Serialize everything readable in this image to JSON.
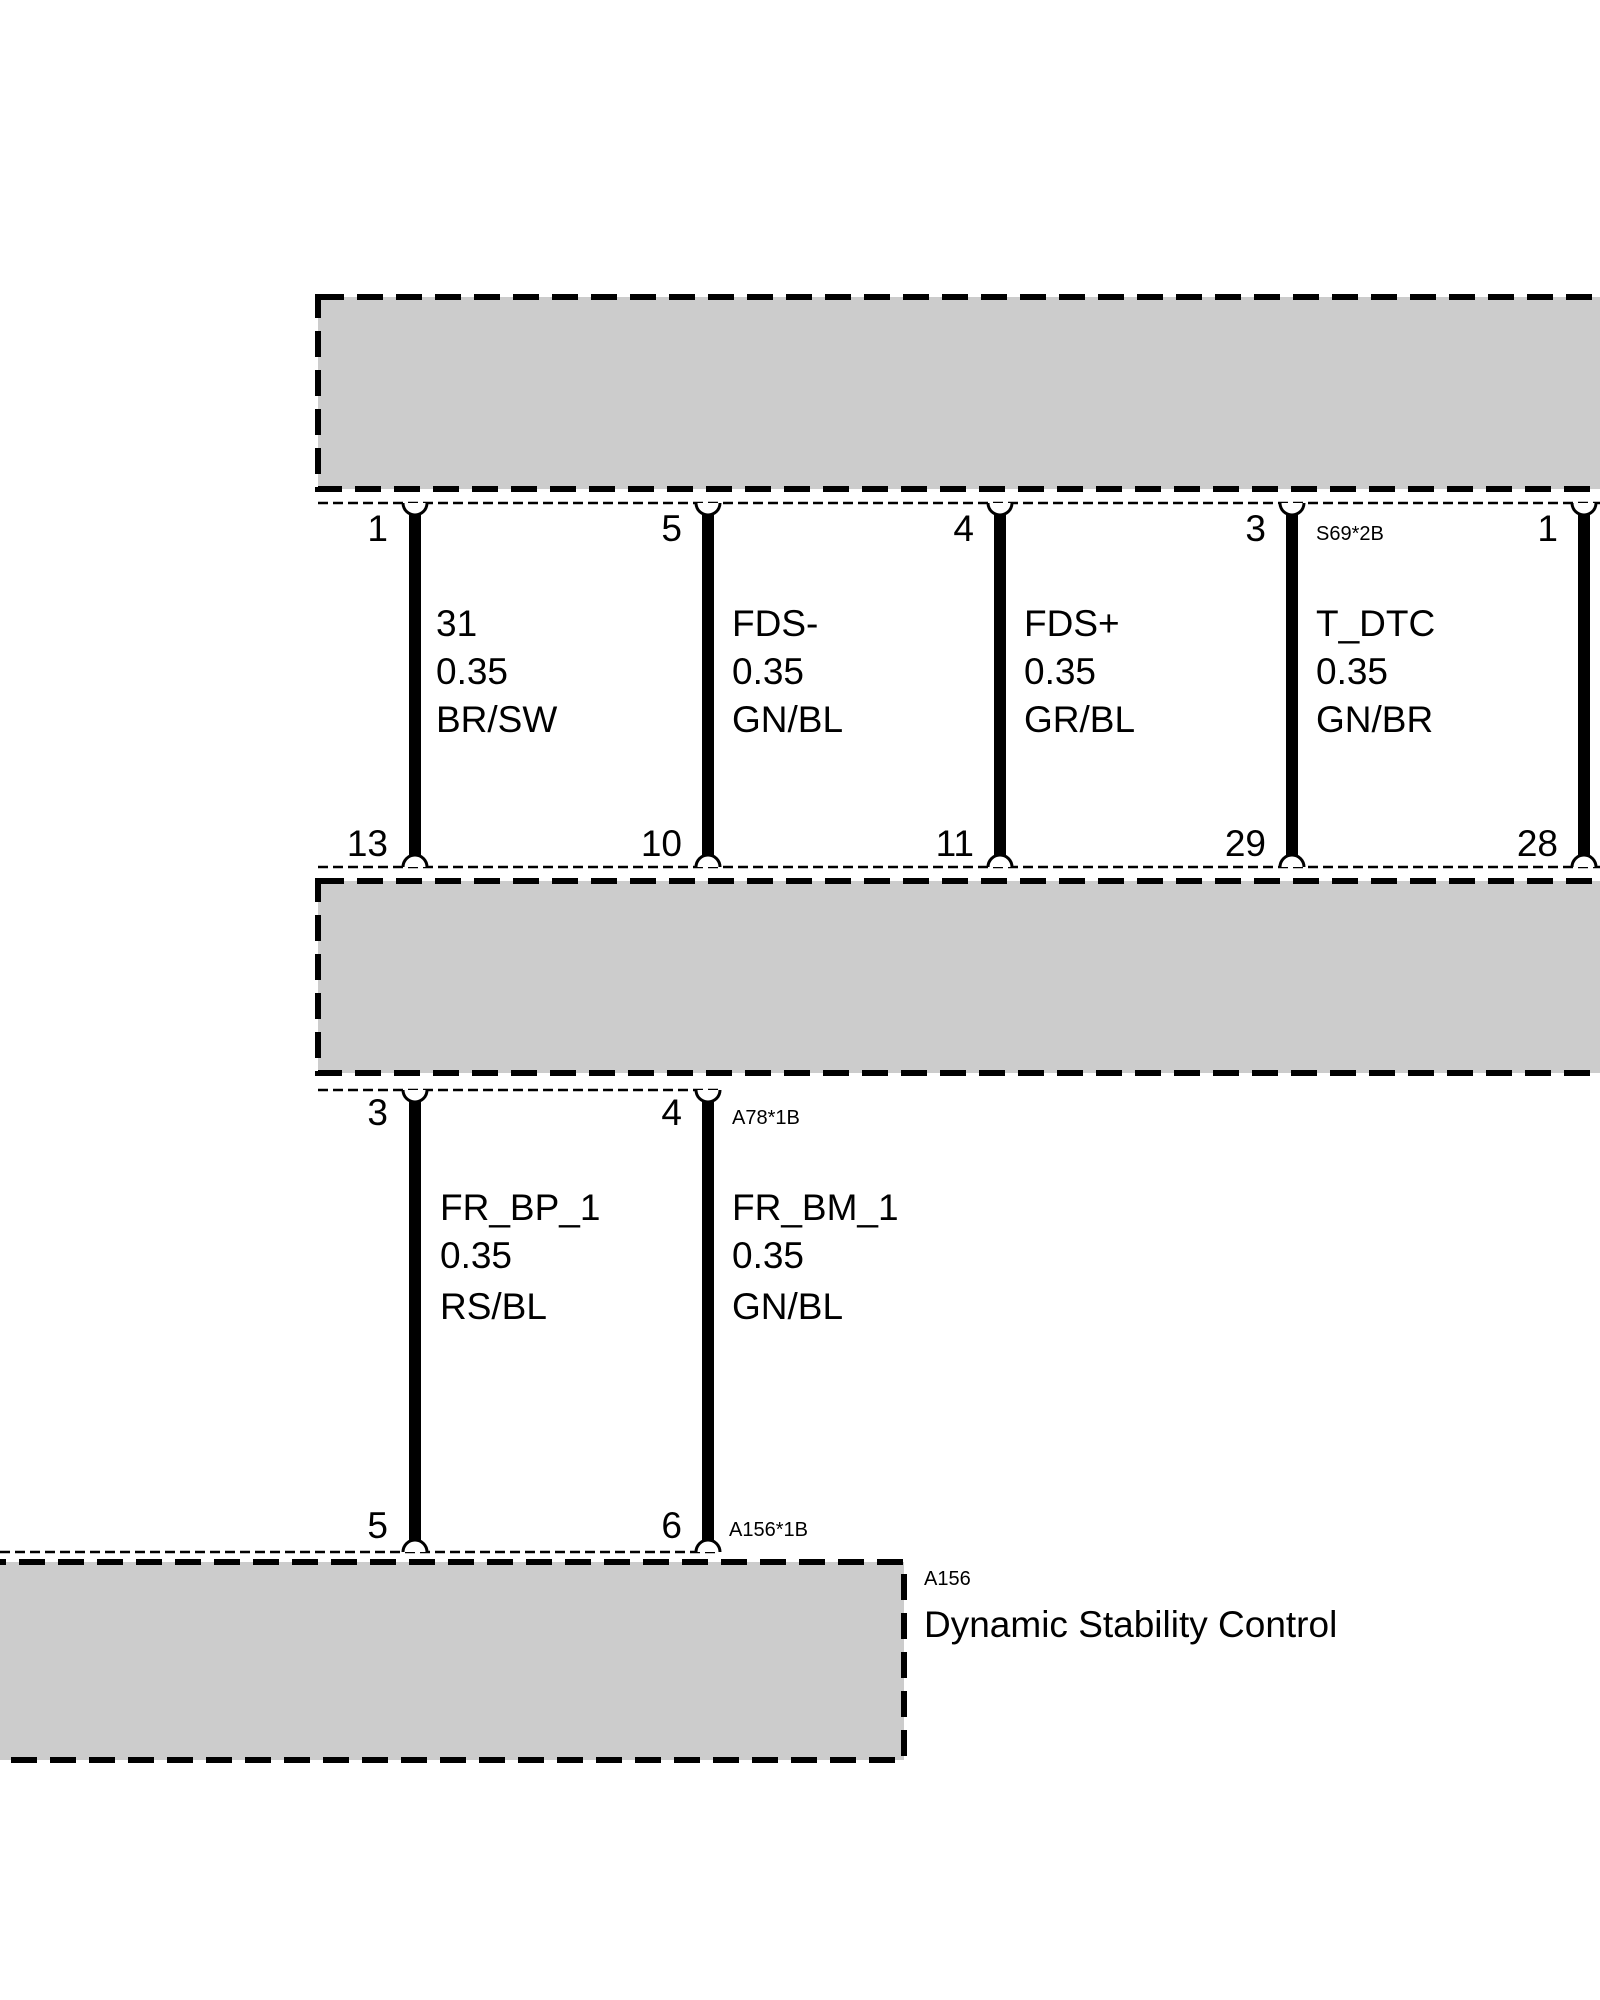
{
  "colors": {
    "module_fill": "#cccccc",
    "line": "#000000",
    "background": "#ffffff"
  },
  "upper_connector": {
    "id": "S69*2B"
  },
  "middle_connector": {
    "id": "A78*1B"
  },
  "lower_connector": {
    "id": "A156*1B"
  },
  "component": {
    "id": "A156",
    "name": "Dynamic Stability Control"
  },
  "upper_wires": [
    {
      "pin_top": "1",
      "pin_bottom": "13",
      "signal": "31",
      "size": "0.35",
      "color": "BR/SW"
    },
    {
      "pin_top": "5",
      "pin_bottom": "10",
      "signal": "FDS-",
      "size": "0.35",
      "color": "GN/BL"
    },
    {
      "pin_top": "4",
      "pin_bottom": "11",
      "signal": "FDS+",
      "size": "0.35",
      "color": "GR/BL"
    },
    {
      "pin_top": "3",
      "pin_bottom": "29",
      "signal": "T_DTC",
      "size": "0.35",
      "color": "GN/BR"
    },
    {
      "pin_top": "1",
      "pin_bottom": "28",
      "signal": "",
      "size": "",
      "color": ""
    }
  ],
  "lower_wires": [
    {
      "pin_top": "3",
      "pin_bottom": "5",
      "signal": "FR_BP_1",
      "size": "0.35",
      "color": "RS/BL"
    },
    {
      "pin_top": "4",
      "pin_bottom": "6",
      "signal": "FR_BM_1",
      "size": "0.35",
      "color": "GN/BL"
    }
  ]
}
